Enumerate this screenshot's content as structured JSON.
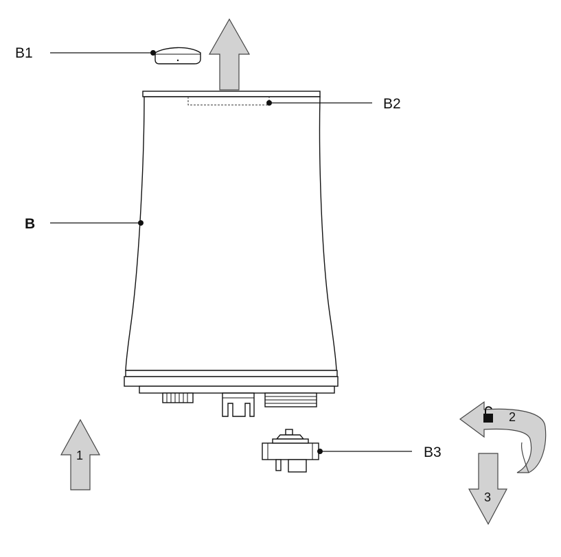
{
  "labels": {
    "b1": "B1",
    "b2": "B2",
    "b": "B",
    "b3": "B3"
  },
  "steps": {
    "step1": "1",
    "step2": "2",
    "step3": "3"
  },
  "icons": {
    "lock": "unlock-icon"
  },
  "colors": {
    "arrow_fill": "#d2d2d2",
    "line": "#111111"
  }
}
